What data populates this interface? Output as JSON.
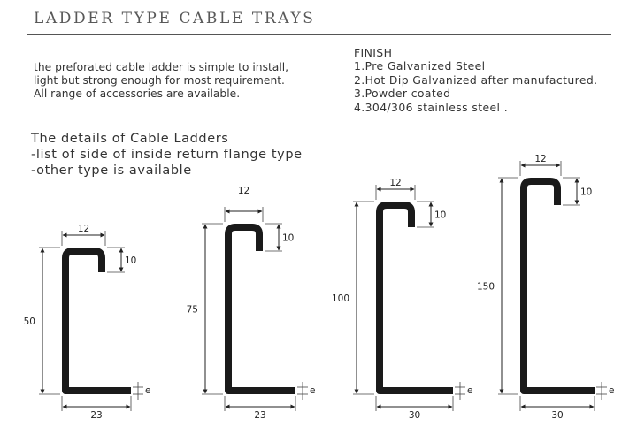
{
  "header": {
    "title": "LADDER TYPE CABLE TRAYS"
  },
  "intro": {
    "lines": [
      "the preforated cable ladder is simple to install,",
      "light but strong enough for most requirement.",
      "All range of accessories are available."
    ]
  },
  "finish": {
    "heading": "FINISH",
    "items": [
      "1.Pre Galvanized Steel",
      "2.Hot Dip Galvanized after manufactured.",
      "3.Powder coated",
      "4.304/306 stainless steel ."
    ]
  },
  "details": {
    "heading": "The details of Cable Ladders",
    "items": [
      "-list of side of inside return flange type",
      "-other type is available"
    ]
  },
  "profiles": [
    {
      "height": "50",
      "width": "12",
      "lip": "10",
      "base": "23",
      "thickness": "e"
    },
    {
      "height": "75",
      "width": "12",
      "lip": "10",
      "base": "23",
      "thickness": "e"
    },
    {
      "height": "100",
      "width": "12",
      "lip": "10",
      "base": "30",
      "thickness": "e"
    },
    {
      "height": "150",
      "width": "12",
      "lip": "10",
      "base": "30",
      "thickness": "e"
    }
  ]
}
